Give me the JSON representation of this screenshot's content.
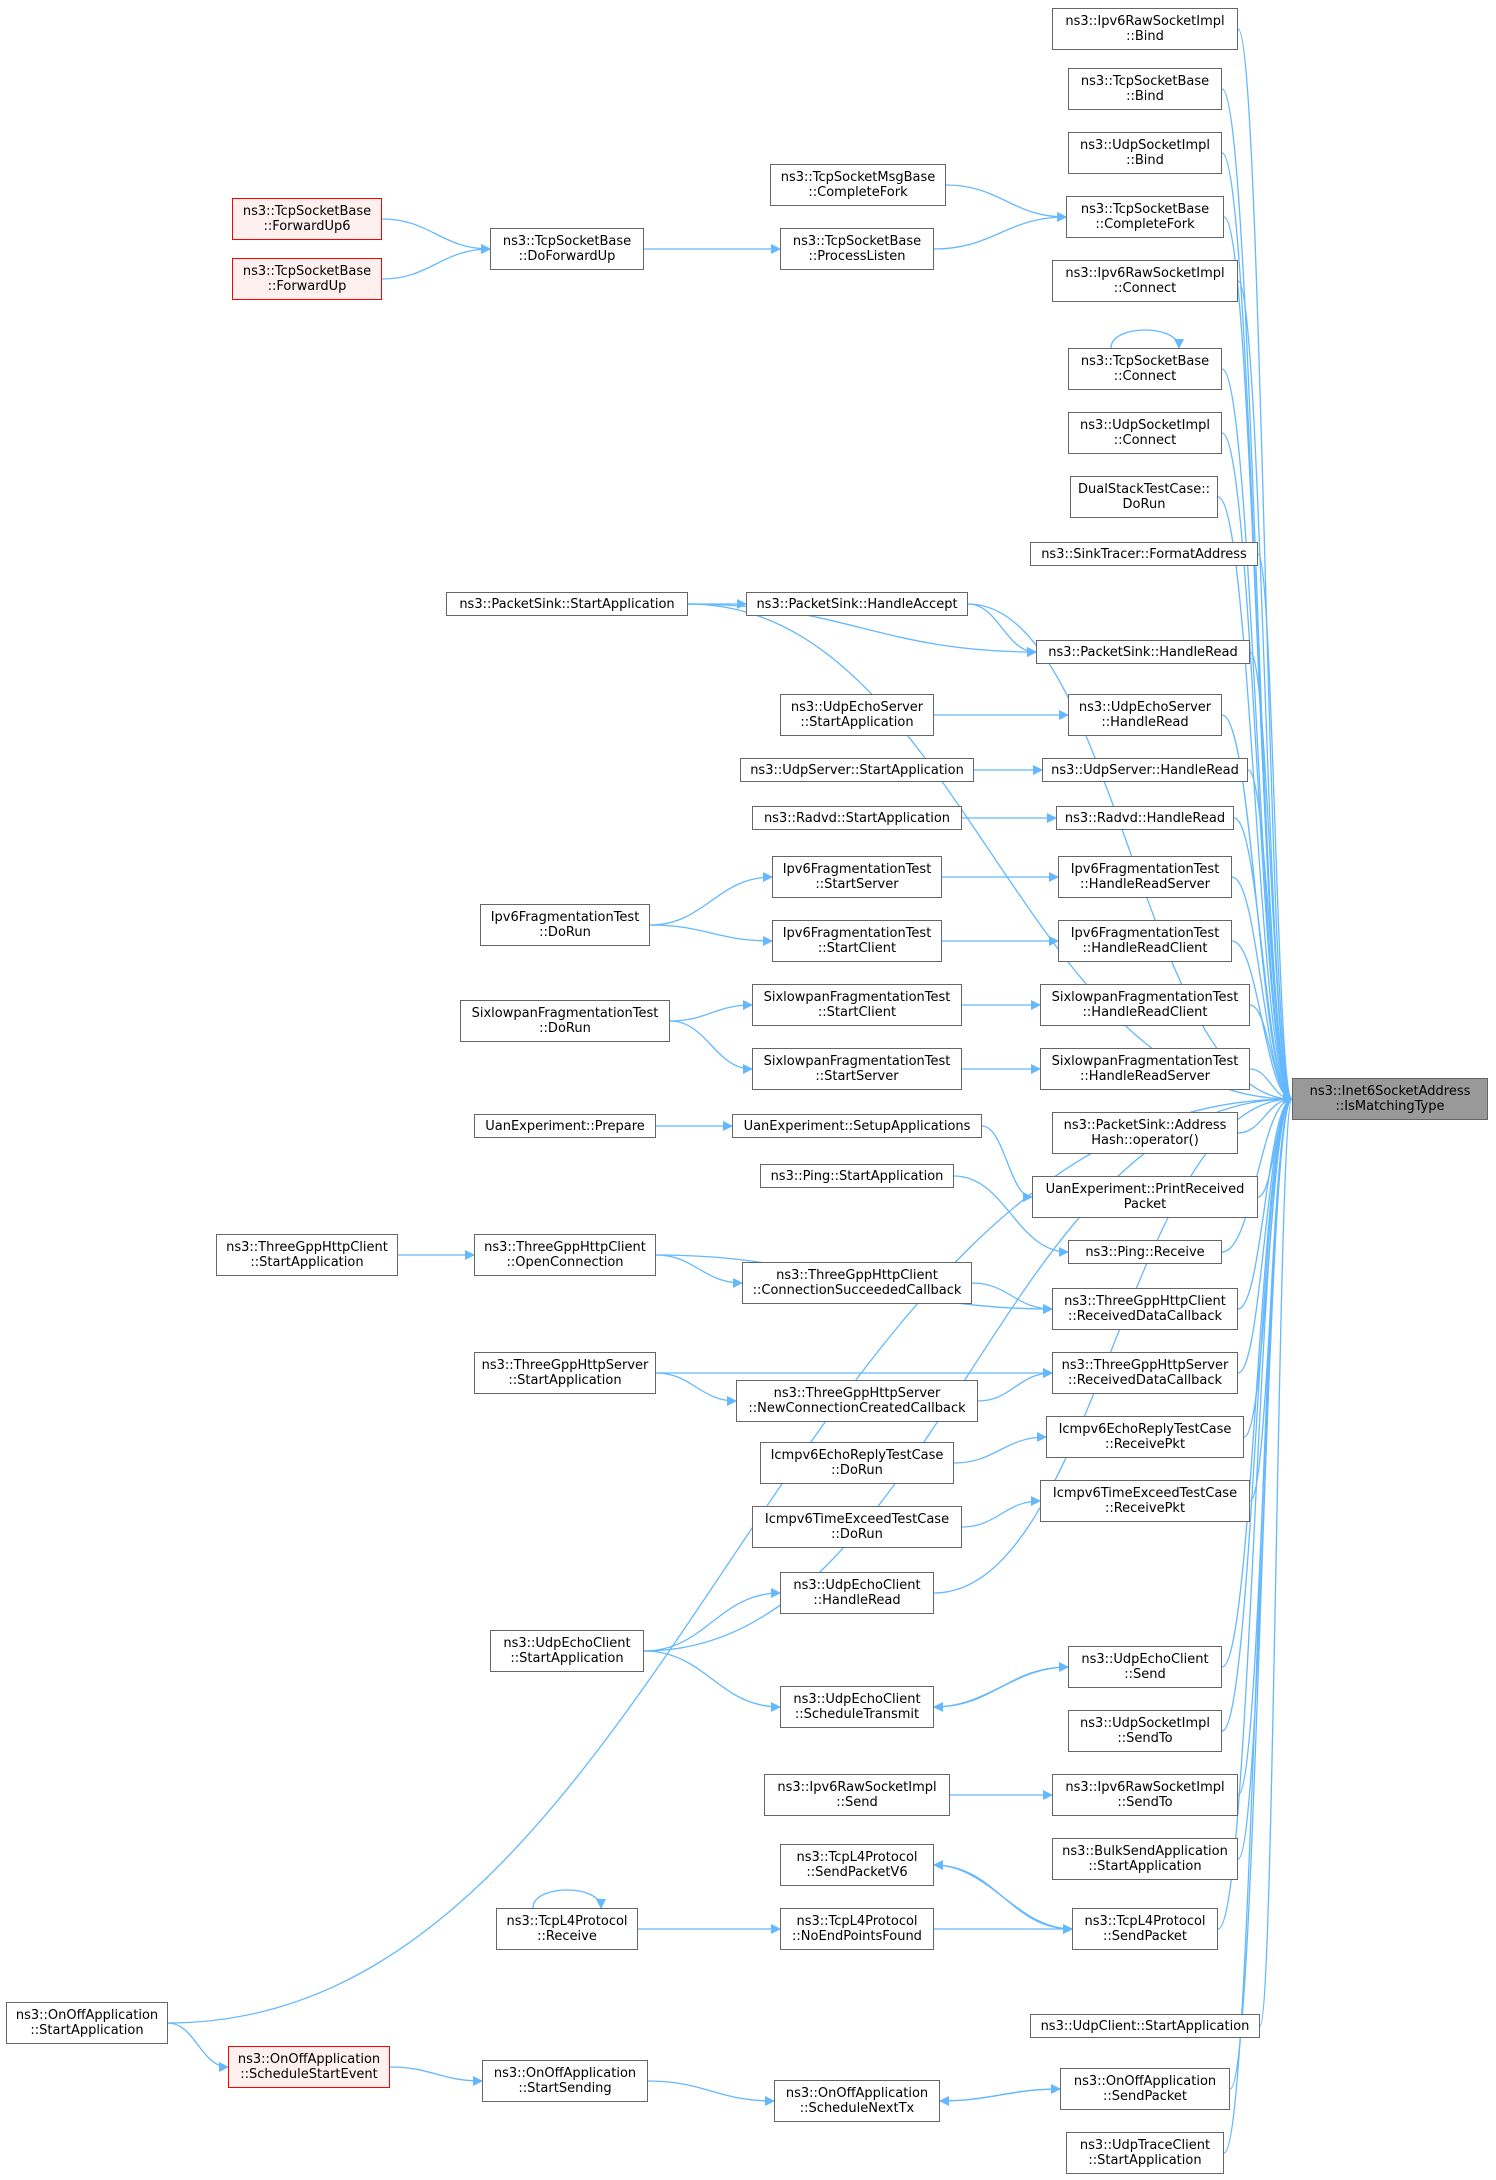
{
  "colors": {
    "edge": "#63b8ff",
    "border": "#666666",
    "focus_fill": "#999999",
    "red_border": "#ff0000",
    "red_fill": "#fff0f0"
  },
  "nodes": [
    {
      "id": "focus",
      "lines": [
        "ns3::Inet6SocketAddress",
        "::IsMatchingType"
      ],
      "style": "focus"
    },
    {
      "id": "r1",
      "lines": [
        "ns3::Ipv6RawSocketImpl",
        "::Bind"
      ]
    },
    {
      "id": "r2",
      "lines": [
        "ns3::TcpSocketBase",
        "::Bind"
      ]
    },
    {
      "id": "r3",
      "lines": [
        "ns3::UdpSocketImpl",
        "::Bind"
      ]
    },
    {
      "id": "r4",
      "lines": [
        "ns3::TcpSocketBase",
        "::CompleteFork"
      ]
    },
    {
      "id": "r5",
      "lines": [
        "ns3::Ipv6RawSocketImpl",
        "::Connect"
      ]
    },
    {
      "id": "r6",
      "lines": [
        "ns3::TcpSocketBase",
        "::Connect"
      ]
    },
    {
      "id": "r7",
      "lines": [
        "ns3::UdpSocketImpl",
        "::Connect"
      ]
    },
    {
      "id": "r8",
      "lines": [
        "DualStackTestCase::",
        "DoRun"
      ]
    },
    {
      "id": "r9",
      "lines": [
        "ns3::SinkTracer::FormatAddress"
      ]
    },
    {
      "id": "r10",
      "lines": [
        "ns3::PacketSink::HandleRead"
      ]
    },
    {
      "id": "r11",
      "lines": [
        "ns3::UdpEchoServer",
        "::HandleRead"
      ]
    },
    {
      "id": "r12",
      "lines": [
        "ns3::UdpServer::HandleRead"
      ]
    },
    {
      "id": "r13",
      "lines": [
        "ns3::Radvd::HandleRead"
      ]
    },
    {
      "id": "r14",
      "lines": [
        "Ipv6FragmentationTest",
        "::HandleReadServer"
      ]
    },
    {
      "id": "r15",
      "lines": [
        "Ipv6FragmentationTest",
        "::HandleReadClient"
      ]
    },
    {
      "id": "r16",
      "lines": [
        "SixlowpanFragmentationTest",
        "::HandleReadClient"
      ]
    },
    {
      "id": "r17",
      "lines": [
        "SixlowpanFragmentationTest",
        "::HandleReadServer"
      ]
    },
    {
      "id": "r18",
      "lines": [
        "ns3::PacketSink::Address",
        "Hash::operator()"
      ]
    },
    {
      "id": "r19",
      "lines": [
        "UanExperiment::PrintReceived",
        "Packet"
      ]
    },
    {
      "id": "r20",
      "lines": [
        "ns3::Ping::Receive"
      ]
    },
    {
      "id": "r21",
      "lines": [
        "ns3::ThreeGppHttpClient",
        "::ReceivedDataCallback"
      ]
    },
    {
      "id": "r22",
      "lines": [
        "ns3::ThreeGppHttpServer",
        "::ReceivedDataCallback"
      ]
    },
    {
      "id": "r23",
      "lines": [
        "Icmpv6EchoReplyTestCase",
        "::ReceivePkt"
      ]
    },
    {
      "id": "r24",
      "lines": [
        "Icmpv6TimeExceedTestCase",
        "::ReceivePkt"
      ]
    },
    {
      "id": "r25",
      "lines": [
        "ns3::UdpEchoClient",
        "::Send"
      ]
    },
    {
      "id": "r26",
      "lines": [
        "ns3::UdpSocketImpl",
        "::SendTo"
      ]
    },
    {
      "id": "r27",
      "lines": [
        "ns3::Ipv6RawSocketImpl",
        "::SendTo"
      ]
    },
    {
      "id": "r28",
      "lines": [
        "ns3::BulkSendApplication",
        "::StartApplication"
      ]
    },
    {
      "id": "r29",
      "lines": [
        "ns3::TcpL4Protocol",
        "::SendPacket"
      ]
    },
    {
      "id": "r30",
      "lines": [
        "ns3::UdpClient::StartApplication"
      ]
    },
    {
      "id": "r31",
      "lines": [
        "ns3::OnOffApplication",
        "::SendPacket"
      ]
    },
    {
      "id": "r32",
      "lines": [
        "ns3::UdpTraceClient",
        "::StartApplication"
      ]
    },
    {
      "id": "m1",
      "lines": [
        "ns3::TcpSocketMsgBase",
        "::CompleteFork"
      ]
    },
    {
      "id": "m2",
      "lines": [
        "ns3::TcpSocketBase",
        "::ProcessListen"
      ]
    },
    {
      "id": "m3",
      "lines": [
        "ns3::PacketSink::HandleAccept"
      ]
    },
    {
      "id": "m4",
      "lines": [
        "ns3::UdpEchoServer",
        "::StartApplication"
      ]
    },
    {
      "id": "m5",
      "lines": [
        "ns3::UdpServer::StartApplication"
      ]
    },
    {
      "id": "m6",
      "lines": [
        "ns3::Radvd::StartApplication"
      ]
    },
    {
      "id": "m7",
      "lines": [
        "Ipv6FragmentationTest",
        "::StartServer"
      ]
    },
    {
      "id": "m8",
      "lines": [
        "Ipv6FragmentationTest",
        "::StartClient"
      ]
    },
    {
      "id": "m9",
      "lines": [
        "SixlowpanFragmentationTest",
        "::StartClient"
      ]
    },
    {
      "id": "m10",
      "lines": [
        "SixlowpanFragmentationTest",
        "::StartServer"
      ]
    },
    {
      "id": "m11",
      "lines": [
        "UanExperiment::SetupApplications"
      ]
    },
    {
      "id": "m12",
      "lines": [
        "ns3::Ping::StartApplication"
      ]
    },
    {
      "id": "m13",
      "lines": [
        "ns3::ThreeGppHttpClient",
        "::ConnectionSucceededCallback"
      ]
    },
    {
      "id": "m14",
      "lines": [
        "ns3::ThreeGppHttpServer",
        "::NewConnectionCreatedCallback"
      ]
    },
    {
      "id": "m15",
      "lines": [
        "Icmpv6EchoReplyTestCase",
        "::DoRun"
      ]
    },
    {
      "id": "m16",
      "lines": [
        "Icmpv6TimeExceedTestCase",
        "::DoRun"
      ]
    },
    {
      "id": "m17",
      "lines": [
        "ns3::UdpEchoClient",
        "::HandleRead"
      ]
    },
    {
      "id": "m18",
      "lines": [
        "ns3::UdpEchoClient",
        "::ScheduleTransmit"
      ]
    },
    {
      "id": "m19",
      "lines": [
        "ns3::Ipv6RawSocketImpl",
        "::Send"
      ]
    },
    {
      "id": "m20",
      "lines": [
        "ns3::TcpL4Protocol",
        "::SendPacketV6"
      ]
    },
    {
      "id": "m21",
      "lines": [
        "ns3::TcpL4Protocol",
        "::NoEndPointsFound"
      ]
    },
    {
      "id": "m22",
      "lines": [
        "ns3::OnOffApplication",
        "::ScheduleNextTx"
      ]
    },
    {
      "id": "l1",
      "lines": [
        "ns3::TcpSocketBase",
        "::DoForwardUp"
      ]
    },
    {
      "id": "l2",
      "lines": [
        "ns3::PacketSink::StartApplication"
      ]
    },
    {
      "id": "l3",
      "lines": [
        "Ipv6FragmentationTest",
        "::DoRun"
      ]
    },
    {
      "id": "l4",
      "lines": [
        "SixlowpanFragmentationTest",
        "::DoRun"
      ]
    },
    {
      "id": "l5",
      "lines": [
        "UanExperiment::Prepare"
      ]
    },
    {
      "id": "l6",
      "lines": [
        "ns3::ThreeGppHttpClient",
        "::OpenConnection"
      ]
    },
    {
      "id": "l7",
      "lines": [
        "ns3::ThreeGppHttpServer",
        "::StartApplication"
      ]
    },
    {
      "id": "l8",
      "lines": [
        "ns3::UdpEchoClient",
        "::StartApplication"
      ]
    },
    {
      "id": "l9",
      "lines": [
        "ns3::TcpL4Protocol",
        "::Receive"
      ]
    },
    {
      "id": "l10",
      "lines": [
        "ns3::OnOffApplication",
        "::StartSending"
      ]
    },
    {
      "id": "ll1",
      "lines": [
        "ns3::TcpSocketBase",
        "::ForwardUp6"
      ],
      "style": "red"
    },
    {
      "id": "ll2",
      "lines": [
        "ns3::TcpSocketBase",
        "::ForwardUp"
      ],
      "style": "red"
    },
    {
      "id": "ll3",
      "lines": [
        "ns3::ThreeGppHttpClient",
        "::StartApplication"
      ]
    },
    {
      "id": "ll4",
      "lines": [
        "ns3::OnOffApplication",
        "::ScheduleStartEvent"
      ],
      "style": "red"
    },
    {
      "id": "x1",
      "lines": [
        "ns3::OnOffApplication",
        "::StartApplication"
      ]
    }
  ],
  "edges": [
    [
      "r1",
      "focus"
    ],
    [
      "r2",
      "focus"
    ],
    [
      "r3",
      "focus"
    ],
    [
      "r4",
      "focus"
    ],
    [
      "r5",
      "focus"
    ],
    [
      "r6",
      "focus"
    ],
    [
      "r7",
      "focus"
    ],
    [
      "r8",
      "focus"
    ],
    [
      "r9",
      "focus"
    ],
    [
      "r10",
      "focus"
    ],
    [
      "r11",
      "focus"
    ],
    [
      "r12",
      "focus"
    ],
    [
      "r13",
      "focus"
    ],
    [
      "r14",
      "focus"
    ],
    [
      "r15",
      "focus"
    ],
    [
      "r16",
      "focus"
    ],
    [
      "r17",
      "focus"
    ],
    [
      "r18",
      "focus"
    ],
    [
      "r19",
      "focus"
    ],
    [
      "r20",
      "focus"
    ],
    [
      "r21",
      "focus"
    ],
    [
      "r22",
      "focus"
    ],
    [
      "r23",
      "focus"
    ],
    [
      "r24",
      "focus"
    ],
    [
      "r25",
      "focus"
    ],
    [
      "r26",
      "focus"
    ],
    [
      "r27",
      "focus"
    ],
    [
      "r28",
      "focus"
    ],
    [
      "r29",
      "focus"
    ],
    [
      "r30",
      "focus"
    ],
    [
      "r31",
      "focus"
    ],
    [
      "r32",
      "focus"
    ],
    [
      "m3",
      "focus"
    ],
    [
      "l2",
      "focus"
    ],
    [
      "m17",
      "focus"
    ],
    [
      "l8",
      "focus"
    ],
    [
      "x1",
      "focus"
    ],
    [
      "m1",
      "r4"
    ],
    [
      "m2",
      "r4"
    ],
    [
      "l1",
      "m2"
    ],
    [
      "ll1",
      "l1"
    ],
    [
      "ll2",
      "l1"
    ],
    [
      "r6",
      "r6"
    ],
    [
      "l2",
      "m3"
    ],
    [
      "m3",
      "r10"
    ],
    [
      "l2",
      "r10"
    ],
    [
      "m4",
      "r11"
    ],
    [
      "m5",
      "r12"
    ],
    [
      "m6",
      "r13"
    ],
    [
      "m7",
      "r14"
    ],
    [
      "m8",
      "r15"
    ],
    [
      "l3",
      "m7"
    ],
    [
      "l3",
      "m8"
    ],
    [
      "m9",
      "r16"
    ],
    [
      "m10",
      "r17"
    ],
    [
      "l4",
      "m9"
    ],
    [
      "l4",
      "m10"
    ],
    [
      "l5",
      "m11"
    ],
    [
      "m11",
      "r19"
    ],
    [
      "m12",
      "r20"
    ],
    [
      "ll3",
      "l6"
    ],
    [
      "l6",
      "m13"
    ],
    [
      "m13",
      "r21"
    ],
    [
      "l6",
      "r21"
    ],
    [
      "l7",
      "m14"
    ],
    [
      "m14",
      "r22"
    ],
    [
      "l7",
      "r22"
    ],
    [
      "m15",
      "r23"
    ],
    [
      "m16",
      "r24"
    ],
    [
      "l8",
      "m17"
    ],
    [
      "l8",
      "m18"
    ],
    [
      "m18",
      "r25"
    ],
    [
      "r25",
      "m18"
    ],
    [
      "m19",
      "r27"
    ],
    [
      "m20",
      "r29"
    ],
    [
      "r29",
      "m20"
    ],
    [
      "m21",
      "r29"
    ],
    [
      "l9",
      "m21"
    ],
    [
      "l9",
      "l9"
    ],
    [
      "x1",
      "ll4"
    ],
    [
      "ll4",
      "l10"
    ],
    [
      "l10",
      "m22"
    ],
    [
      "m22",
      "r31"
    ],
    [
      "r31",
      "m22"
    ]
  ]
}
